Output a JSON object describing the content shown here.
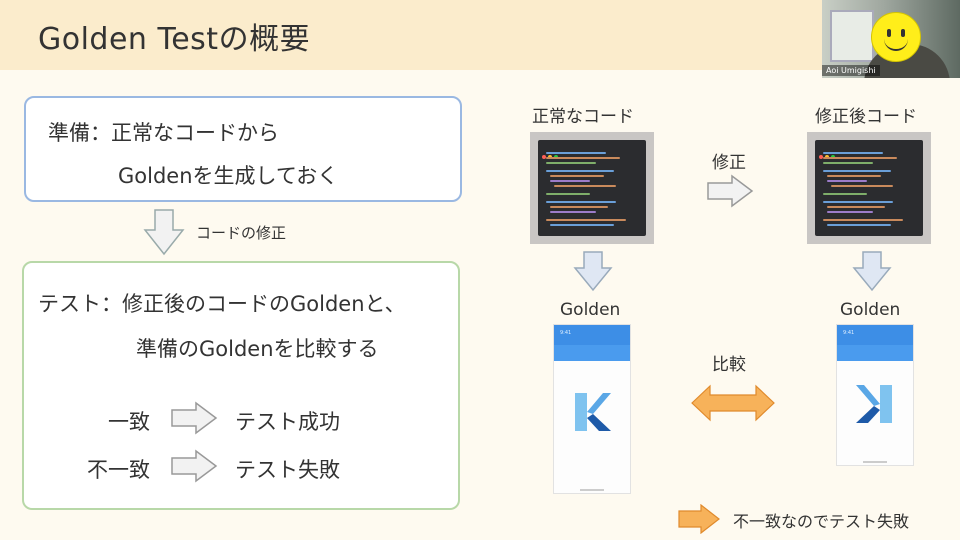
{
  "slide": {
    "title": "Golden Testの概要"
  },
  "webcam": {
    "name": "Aoi Umigishi"
  },
  "prep_box": {
    "line1": "準備：正常なコードから",
    "line2": "Goldenを生成しておく"
  },
  "code_fix_label": "コードの修正",
  "test_box": {
    "line1": "テスト：修正後のコードのGoldenと、",
    "line2": "準備のGoldenを比較する",
    "match_label": "一致",
    "match_result": "テスト成功",
    "mismatch_label": "不一致",
    "mismatch_result": "テスト失敗"
  },
  "diagram": {
    "normal_code_label": "正常なコード",
    "fixed_code_label": "修正後コード",
    "fix_label": "修正",
    "golden_left": "Golden",
    "golden_right": "Golden",
    "compare_label": "比較",
    "mismatch_note": "不一致なのでテスト失敗"
  },
  "colors": {
    "header_bg": "#fbeccc",
    "prep_border": "#9ab8e2",
    "test_border": "#b8d8a8",
    "orange_arrow": "#f7b25a",
    "phone_bar": "#3d8ee6"
  }
}
